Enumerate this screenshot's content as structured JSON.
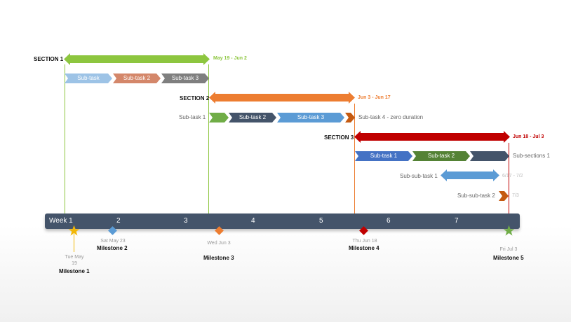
{
  "colors": {
    "green": "#8dc63f",
    "orange": "#ed7d31",
    "red": "#c00000",
    "timeline": "#44546a"
  },
  "sections": [
    {
      "label": "SECTION 1",
      "dates": "May 19 - Jun 2"
    },
    {
      "label": "SECTION 2",
      "dates": "Jun 3 - Jun 17"
    },
    {
      "label": "SECTION 3",
      "dates": "Jun 18 - Jul 3"
    }
  ],
  "section1_tasks": [
    "Sub-task",
    "Sub-task 2",
    "Sub-task 3"
  ],
  "section2_tasks": [
    "Sub-task 1",
    "Sub-task 2",
    "Sub-task 3",
    "Sub-task 4 - zero duration"
  ],
  "section3_tasks": [
    "Sub-task 1",
    "Sub-task 2",
    "Sub-sections 1"
  ],
  "subsub": [
    {
      "label": "Sub-sub-task 1",
      "dates": "6/17 - 7/2"
    },
    {
      "label": "Sub-sub-task 2",
      "dates": "7/3"
    }
  ],
  "weeks": [
    "Week 1",
    "2",
    "3",
    "4",
    "5",
    "6",
    "7"
  ],
  "milestones": [
    {
      "name": "Milestone 1",
      "date": "Tue May 19",
      "shape": "star",
      "color": "#f2b705"
    },
    {
      "name": "Milestone 2",
      "date": "Sat May 23",
      "shape": "diamond",
      "color": "#5b9bd5"
    },
    {
      "name": "Milestone 3",
      "date": "Wed Jun 3",
      "shape": "diamond",
      "color": "#ed7d31"
    },
    {
      "name": "Milestone 4",
      "date": "Thu Jun 18",
      "shape": "diamond",
      "color": "#c00000"
    },
    {
      "name": "Milestone 5",
      "date": "Fri Jul 3",
      "shape": "star",
      "color": "#70ad47"
    }
  ]
}
